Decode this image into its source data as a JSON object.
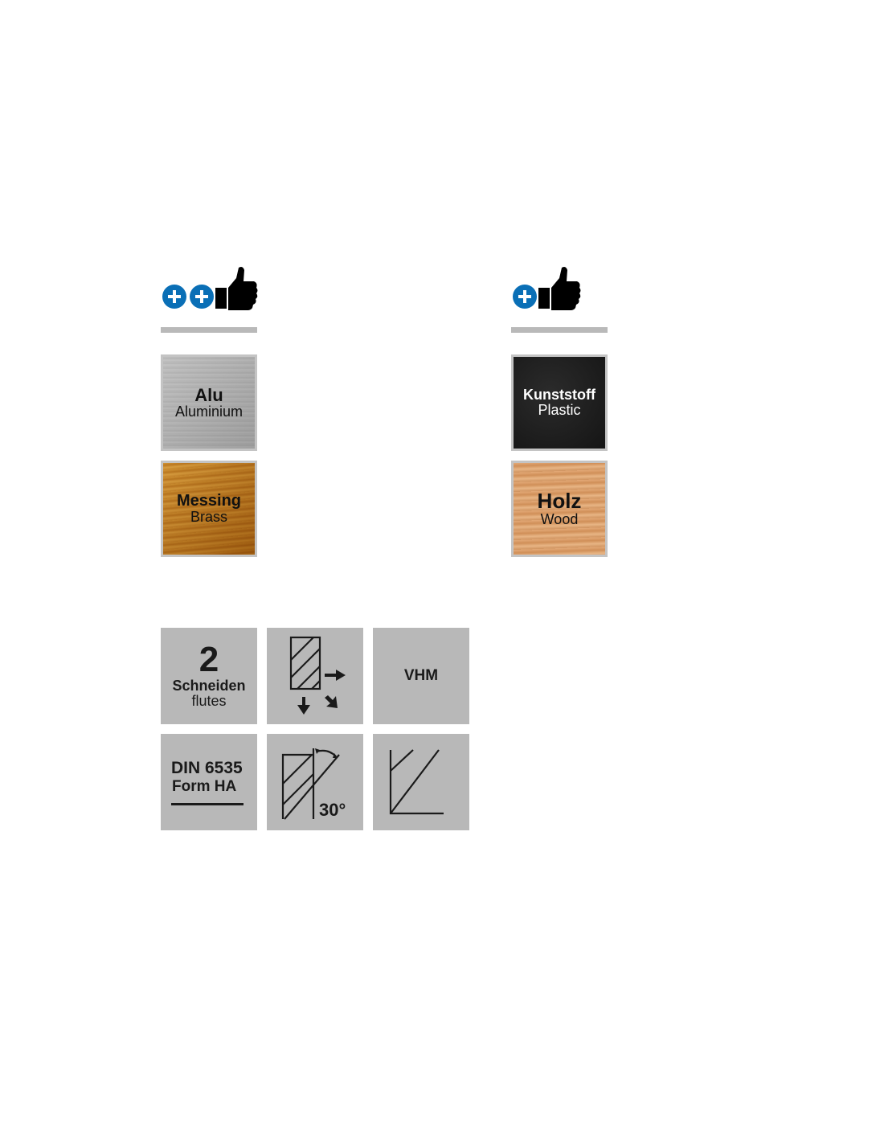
{
  "ratings": {
    "left": {
      "plus_count": 2,
      "icon": "thumbs-up-icon"
    },
    "right": {
      "plus_count": 1,
      "icon": "thumbs-up-icon"
    }
  },
  "materials": {
    "aluminium": {
      "title": "Alu",
      "subtitle": "Aluminium"
    },
    "plastic": {
      "title": "Kunststoff",
      "subtitle": "Plastic"
    },
    "brass": {
      "title": "Messing",
      "subtitle": "Brass"
    },
    "wood": {
      "title": "Holz",
      "subtitle": "Wood"
    }
  },
  "specs": {
    "flutes": {
      "number": "2",
      "label_de": "Schneiden",
      "label_en": "flutes"
    },
    "cutting_direction_icon": "cutting-direction-icon",
    "material": {
      "label": "VHM"
    },
    "din": {
      "line1": "DIN 6535",
      "line2": "Form HA"
    },
    "helix": {
      "angle": "30°"
    },
    "chamfer_icon": "chamfer-corner-icon"
  },
  "colors": {
    "plus_blue": "#0a6fb6",
    "tile_grey": "#b8b8b8",
    "divider_grey": "#b9b9b9"
  }
}
